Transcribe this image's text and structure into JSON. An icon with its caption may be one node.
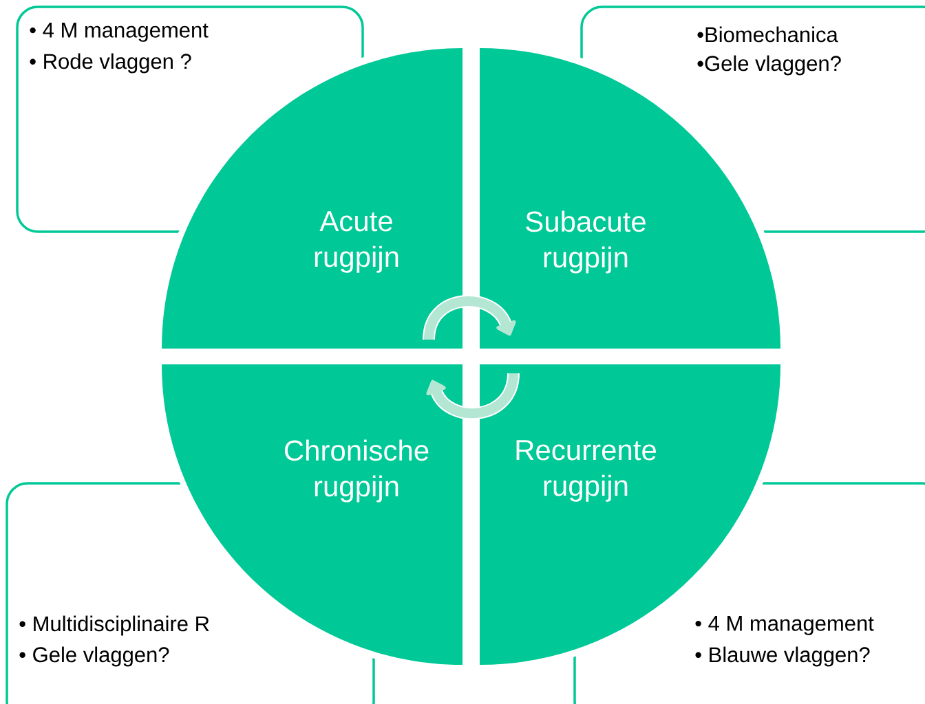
{
  "diagram": {
    "nodes": [
      {
        "text": [
          "• 4 M management",
          "• Rode vlaggen ?"
        ]
      },
      {
        "text": [
          "•Biomechanica",
          "•Gele vlaggen?"
        ]
      },
      {
        "text": [
          "• Multidisciplinaire R",
          "• Gele vlaggen?"
        ]
      },
      {
        "text": [
          "• 4 M management",
          "• Blauwe vlaggen?"
        ]
      },
      {
        "text": [
          "Acute rugpijn"
        ]
      },
      {
        "text": [
          "Subacute rugpijn"
        ]
      },
      {
        "text": [
          "Chronische rugpijn"
        ]
      },
      {
        "text": [
          "Recurrente rugpijn"
        ]
      }
    ],
    "edges": [
      {
        "from": 4,
        "to": 5,
        "arrow": "to"
      },
      {
        "from": 7,
        "to": 6,
        "arrow": "to"
      }
    ]
  }
}
